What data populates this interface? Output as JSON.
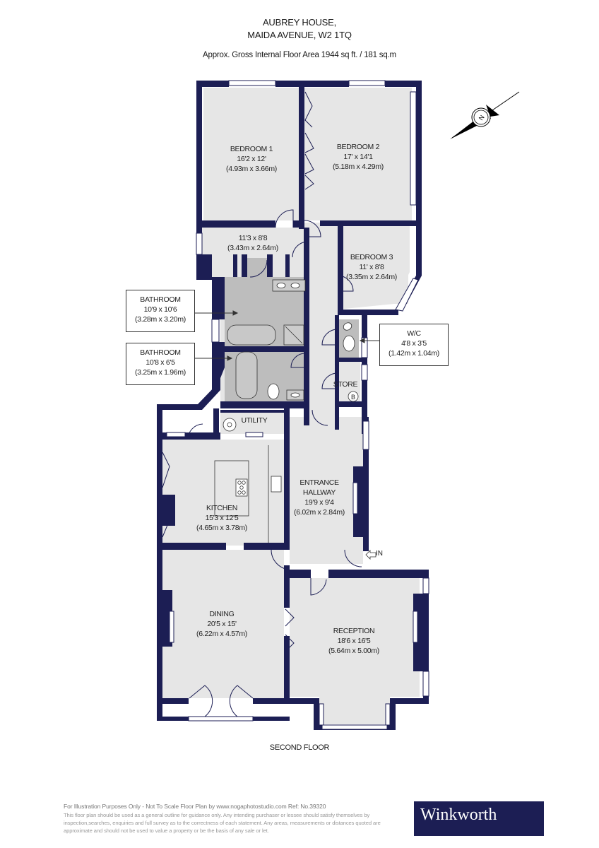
{
  "header": {
    "line1": "AUBREY HOUSE,",
    "line2": "MAIDA AVENUE, W2 1TQ",
    "area": "Approx. Gross Internal Floor Area 1944 sq ft. / 181 sq.m"
  },
  "colors": {
    "wall": "#1c1e54",
    "floor": "#e6e6e6",
    "wet_room": "#bdbdbd",
    "brand": "#1c1e54"
  },
  "compass": {
    "icon": "north-arrow-icon",
    "label": "N"
  },
  "rooms": {
    "bedroom1": {
      "name": "BEDROOM 1",
      "imperial": "16'2 x 12'",
      "metric": "(4.93m x 3.66m)"
    },
    "bedroom2": {
      "name": "BEDROOM 2",
      "imperial": "17' x 14'1",
      "metric": "(5.18m x 4.29m)"
    },
    "dressing": {
      "name": "",
      "imperial": "11'3 x 8'8",
      "metric": "(3.43m x 2.64m)"
    },
    "bedroom3": {
      "name": "BEDROOM 3",
      "imperial": "11' x 8'8",
      "metric": "(3.35m x 2.64m)"
    },
    "bathroom1": {
      "name": "BATHROOM",
      "imperial": "10'9 x 10'6",
      "metric": "(3.28m x 3.20m)"
    },
    "bathroom2": {
      "name": "BATHROOM",
      "imperial": "10'8 x 6'5",
      "metric": "(3.25m x 1.96m)"
    },
    "wc": {
      "name": "W/C",
      "imperial": "4'8 x 3'5",
      "metric": "(1.42m x 1.04m)"
    },
    "store": {
      "name": "STORE",
      "boiler": "B"
    },
    "utility": {
      "name": "UTILITY"
    },
    "kitchen": {
      "name": "KITCHEN",
      "imperial": "15'3 x 12'5",
      "metric": "(4.65m x 3.78m)"
    },
    "hallway": {
      "name": "ENTRANCE",
      "name2": "HALLWAY",
      "imperial": "19'9 x 9'4",
      "metric": "(6.02m x 2.84m)"
    },
    "dining": {
      "name": "DINING",
      "imperial": "20'5 x 15'",
      "metric": "(6.22m x 4.57m)"
    },
    "reception": {
      "name": "RECEPTION",
      "imperial": "18'6 x 16'5",
      "metric": "(5.64m x 5.00m)"
    }
  },
  "entrance_label": "IN",
  "floor_label": "SECOND FLOOR",
  "footer": {
    "line1": "For Illustration Purposes Only - Not To Scale   Floor Plan by www.nogaphotostudio.com   Ref: No.39320",
    "disclaimer": "This floor plan should be used as a general outline for guidance only. Any intending purchaser or lessee should satisfy themselves by inspection,searches, enquiries and full survey as to the correctness of each statement. Any areas, measurements or distances quoted are approximate and should not be used to value a property or be the basis of any sale or let."
  },
  "logo": {
    "text": "Winkworth"
  }
}
